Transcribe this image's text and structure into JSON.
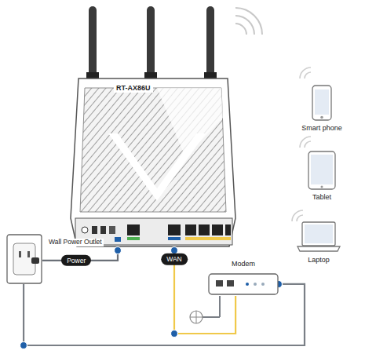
{
  "diagram": {
    "nodes": [
      {
        "text": [
          "RT-AX86U"
        ]
      },
      {
        "text": [
          "Wall Power Outlet"
        ]
      },
      {
        "text": [
          "Modem"
        ]
      },
      {
        "text": [
          "Smart phone"
        ]
      },
      {
        "text": [
          "Tablet"
        ]
      },
      {
        "text": [
          "Laptop"
        ]
      }
    ],
    "edges": [
      {
        "from": 0,
        "to": 1,
        "label": "Power",
        "arrow": "none"
      },
      {
        "from": 0,
        "to": 2,
        "label": "WAN",
        "arrow": "none"
      },
      {
        "from": 2,
        "to": 1,
        "arrow": "none"
      }
    ]
  }
}
